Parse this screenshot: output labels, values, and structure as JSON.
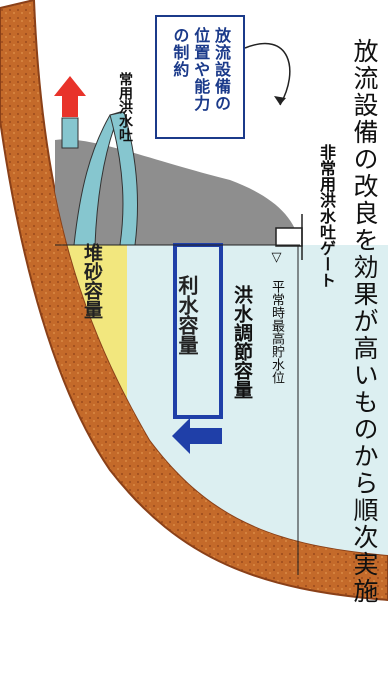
{
  "headline": "放流設備の改良を効果が高いものから順次実施",
  "constraint_note": "放流設備の\n位置や能力\nの制約",
  "labels": {
    "normal_spillway": "常用洪水吐",
    "emergency_spillway_gate": "非常用洪水吐ゲート",
    "max_water_level": "▽ 平常時最高貯水位",
    "flood_control_capacity": "洪水調節容量",
    "water_use_capacity": "利水容量",
    "sediment_capacity": "堆砂容量"
  },
  "colors": {
    "bedrock": "#c46a2a",
    "bedrock_edge": "#8a4018",
    "dam_body": "#8e8e8e",
    "spillway_channel": "#86c6cf",
    "water": "#dceff1",
    "sediment": "#f2e77e",
    "highlight": "#1f3fa8",
    "release_arrow": "#e8332a"
  }
}
